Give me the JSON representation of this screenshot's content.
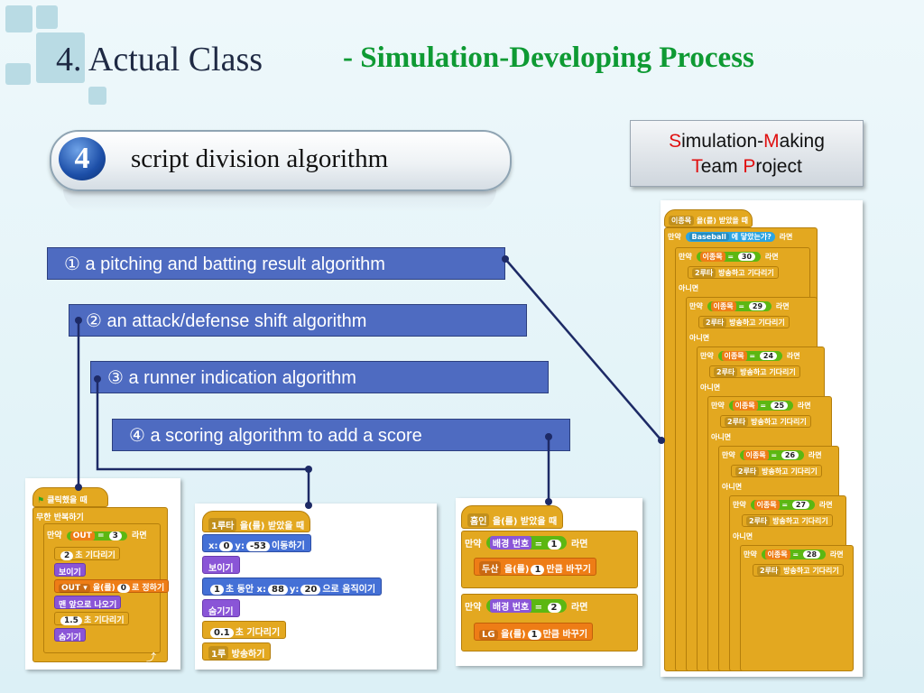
{
  "title": {
    "prefix": "4. Actual Class",
    "subtitle": "- Simulation-Developing Process"
  },
  "section": {
    "number": "4",
    "label": "script division algorithm"
  },
  "team_box": {
    "line1": [
      "S",
      "imulation-",
      "M",
      "aking"
    ],
    "line2": [
      "T",
      "eam ",
      "P",
      "roject"
    ]
  },
  "algorithms": [
    "① a pitching and batting result algorithm",
    "② an attack/defense shift algorithm",
    "③ a runner indication algorithm",
    "④ a scoring algorithm to add a score"
  ],
  "script1": {
    "hat": "클릭했을 때",
    "forever": "무한 반복하기",
    "if_label": "만약",
    "if_var": "OUT",
    "eq": "=",
    "if_val": "3",
    "then": "라면",
    "wait1_val": "2",
    "wait_label": "초 기다리기",
    "show": "보이기",
    "set_var": "OUT ▾",
    "set_label": "을(를)",
    "set_val": "0",
    "set_tail": "로 정하기",
    "front": "맨 앞으로 나오기",
    "wait2_val": "1.5",
    "hide": "숨기기"
  },
  "script2": {
    "hat_dd": "1루타",
    "hat_label": "을(를) 받았을 때",
    "goto_x_label": "x:",
    "goto_x": "0",
    "goto_y_label": "y:",
    "goto_y": "-53",
    "goto_tail": "이동하기",
    "show": "보이기",
    "glide_val": "1",
    "glide_label": "초 동안 x:",
    "glide_x": "88",
    "glide_y_label": "y:",
    "glide_y": "20",
    "glide_tail": "으로 움직이기",
    "hide": "숨기기",
    "wait_val": "0.1",
    "wait_label": "초 기다리기",
    "broadcast_dd": "1루",
    "broadcast_label": "방송하기"
  },
  "script3": {
    "hat_dd": "홈인",
    "hat_label": "을(를) 받았을 때",
    "if_label": "만약",
    "bg_label": "배경 번호",
    "eq": "=",
    "then": "라면",
    "val1": "1",
    "team1": "두산",
    "change_label": "을(를)",
    "change_val": "1",
    "change_tail": "만큼 바꾸기",
    "val2": "2",
    "team2": "LG"
  },
  "script4": {
    "hat_dd": "이종목",
    "hat_label": "을(를) 받았을 때",
    "if_label": "만약",
    "sensor": "Baseball",
    "sensor_tail": "에 닿았는가?",
    "then": "라면",
    "else": "아니면",
    "var": "이종목",
    "eq": "=",
    "broadcast_dd": "2루타",
    "broadcast_label": "방송하고 기다리기",
    "values": [
      "30",
      "29",
      "24",
      "25",
      "26",
      "27",
      "28"
    ]
  }
}
